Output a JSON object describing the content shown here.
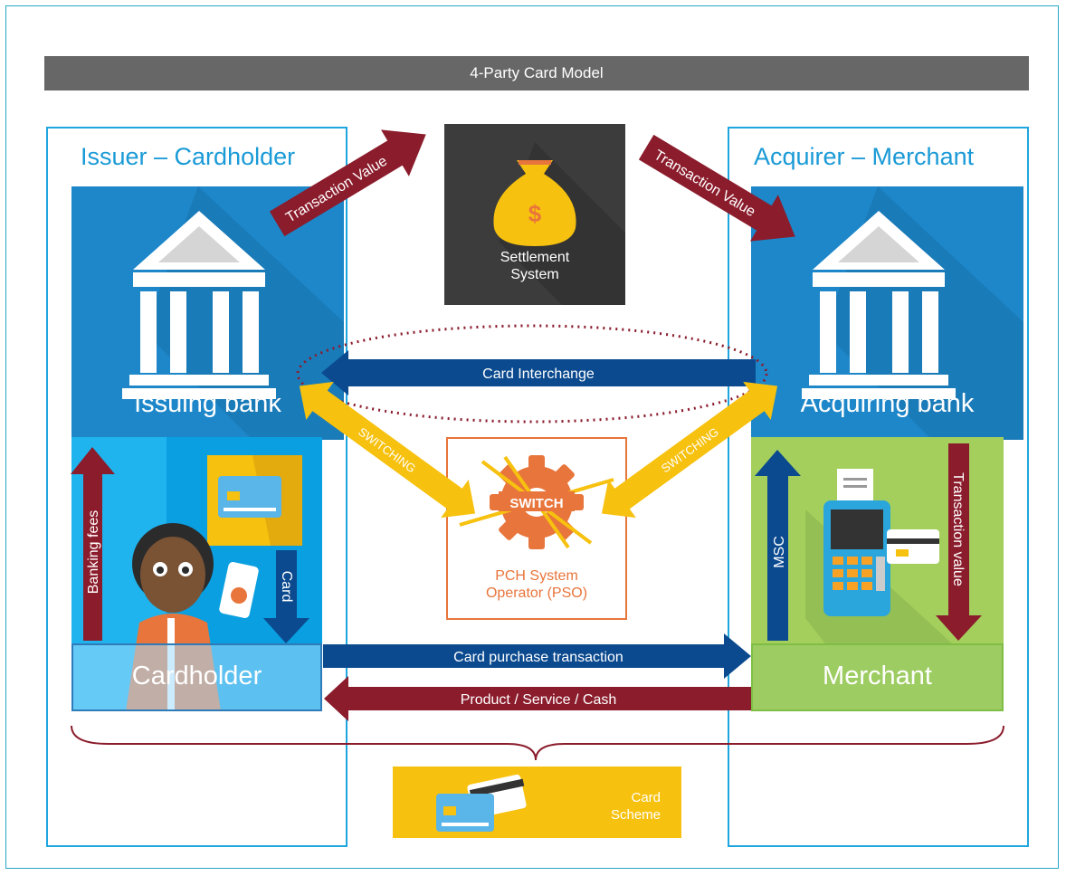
{
  "title": "4-Party Card Model",
  "left_column": {
    "heading": "Issuer – Cardholder",
    "bank_label": "Issuing bank",
    "holder_label": "Cardholder",
    "banking_fees": "Banking fees",
    "card": "Card"
  },
  "right_column": {
    "heading": "Acquirer – Merchant",
    "bank_label": "Acquiring bank",
    "merchant_label": "Merchant",
    "msc": "MSC",
    "transaction_value": "Transaction value"
  },
  "center": {
    "settlement": [
      "Settlement",
      "System"
    ],
    "pso": [
      "PCH System",
      "Operator (PSO)"
    ],
    "switch": "SWITCH"
  },
  "flows": {
    "transaction_value_left": "Transaction Value",
    "transaction_value_right": "Transaction Value",
    "card_interchange": "Card Interchange",
    "switching_left": "SWITCHING",
    "switching_right": "SWITCHING",
    "card_purchase": "Card purchase transaction",
    "product_service": "Product / Service / Cash"
  },
  "card_scheme": [
    "Card",
    "Scheme"
  ],
  "colors": {
    "blue": "#1d87c9",
    "dark_blue": "#0b4a8f",
    "maroon": "#8b1c2c",
    "yellow": "#f7c10f",
    "orange": "#e8753b",
    "green": "#a5cf5d"
  }
}
